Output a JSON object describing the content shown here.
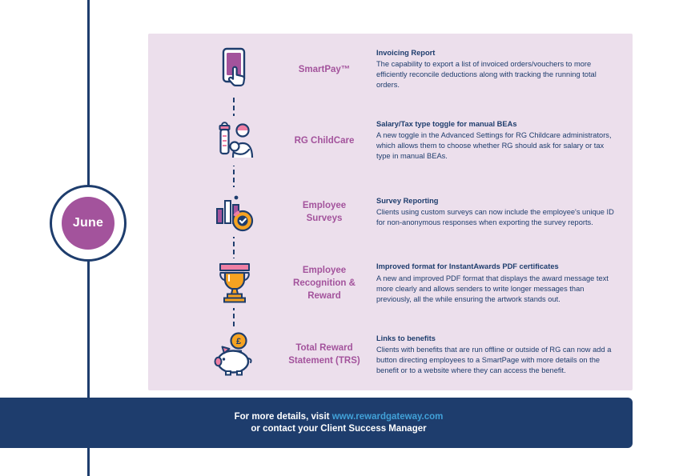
{
  "timeline": {
    "month": "June"
  },
  "rows": [
    {
      "icon": "smartpay-phone-icon",
      "title": "SmartPay™",
      "heading": "Invoicing Report",
      "description": "The capability to export a list of invoiced orders/vouchers to more efficiently reconcile deductions along with tracking the running total orders."
    },
    {
      "icon": "childcare-icon",
      "title": "RG ChildCare",
      "heading": "Salary/Tax type toggle for manual BEAs",
      "description": "A new toggle in the Advanced Settings for RG Childcare administrators, which allows them to choose whether RG should ask for salary or tax type in manual BEAs."
    },
    {
      "icon": "employee-surveys-icon",
      "title": "Employee Surveys",
      "heading": "Survey Reporting",
      "description": "Clients using custom surveys can now include the employee's unique ID for non-anonymous responses when exporting the survey reports."
    },
    {
      "icon": "trophy-icon",
      "title": "Employee Recognition & Reward",
      "heading": "Improved format for InstantAwards PDF certificates",
      "description": "A new and improved PDF format that displays the award message text more clearly and allows senders to write longer messages than previously, all the while ensuring the artwork stands out."
    },
    {
      "icon": "piggy-bank-icon",
      "title": "Total Reward Statement (TRS)",
      "heading": "Links to benefits",
      "description": "Clients with benefits that are run offline or outside of RG can now add a button directing employees to a SmartPage with more details on the benefit or to a website where they can access the benefit."
    }
  ],
  "footer": {
    "line1_prefix": "For more details, visit ",
    "link": "www.rewardgateway.com",
    "line2": "or contact your Client Success Manager"
  },
  "colors": {
    "navy": "#1e3d6d",
    "purple": "#a3539c",
    "panel_pink": "#ecdfec",
    "accent_pink": "#ee7fa4",
    "accent_orange": "#f6a321",
    "link_blue": "#41a1d8"
  }
}
